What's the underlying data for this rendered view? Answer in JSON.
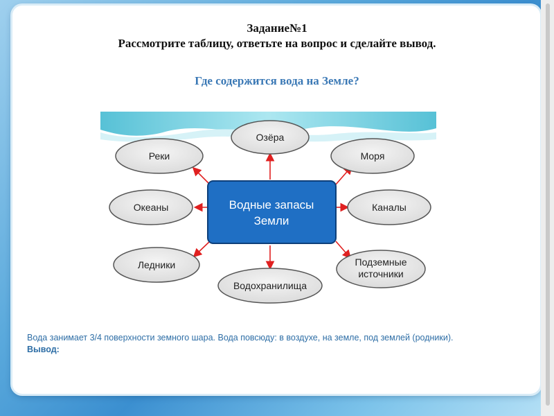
{
  "heading": {
    "line1": "Задание№1",
    "line2": "Рассмотрите таблицу, ответьте на вопрос и сделайте вывод.",
    "question": "Где содержится вода на Земле?"
  },
  "diagram": {
    "center": [
      "Водные запасы",
      "Земли"
    ],
    "nodes": {
      "lakes": "Озёра",
      "rivers": "Реки",
      "seas": "Моря",
      "oceans": "Океаны",
      "canals": "Каналы",
      "glaciers": "Ледники",
      "underground_1": "Подземные",
      "underground_2": "источники",
      "reservoirs": "Водохранилища"
    },
    "colors": {
      "center_fill": "#1f6fc4",
      "node_fill": "#e8e8e8",
      "arrow": "#e02020"
    }
  },
  "footer": {
    "text": "Вода занимает 3/4 поверхности земного шара. Вода повсюду: в воздухе, на земле, под землей (родники).",
    "conclusion": "Вывод:"
  }
}
